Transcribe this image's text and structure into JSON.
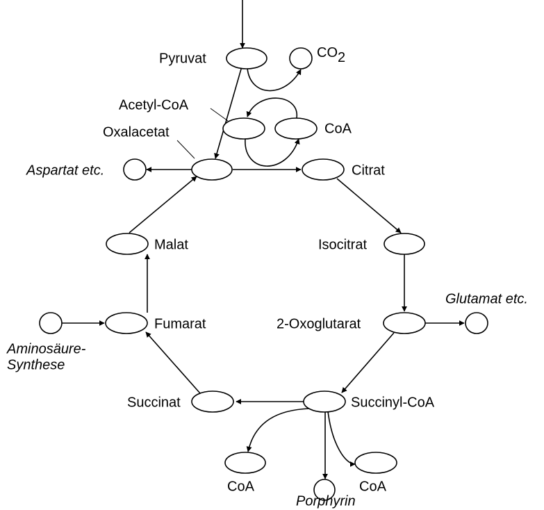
{
  "labels": {
    "pyruvat": "Pyruvat",
    "co2_main": "CO",
    "co2_sub": "2",
    "acetyl_coa": "Acetyl-CoA",
    "coa_top": "CoA",
    "oxalacetat": "Oxalacetat",
    "aspartat": "Aspartat etc.",
    "citrat": "Citrat",
    "isocitrat": "Isocitrat",
    "glutamat": "Glutamat etc.",
    "oxoglutarat": "2-Oxoglutarat",
    "malat": "Malat",
    "fumarat": "Fumarat",
    "aminosaeure_line1": "Aminosäure-",
    "aminosaeure_line2": "Synthese",
    "succinat": "Succinat",
    "succinyl_coa": "Succinyl-CoA",
    "coa_bottom_left": "CoA",
    "coa_bottom_right": "CoA",
    "porphyrin": "Porphyrin"
  },
  "colors": {
    "stroke": "#000000",
    "background": "#ffffff"
  }
}
